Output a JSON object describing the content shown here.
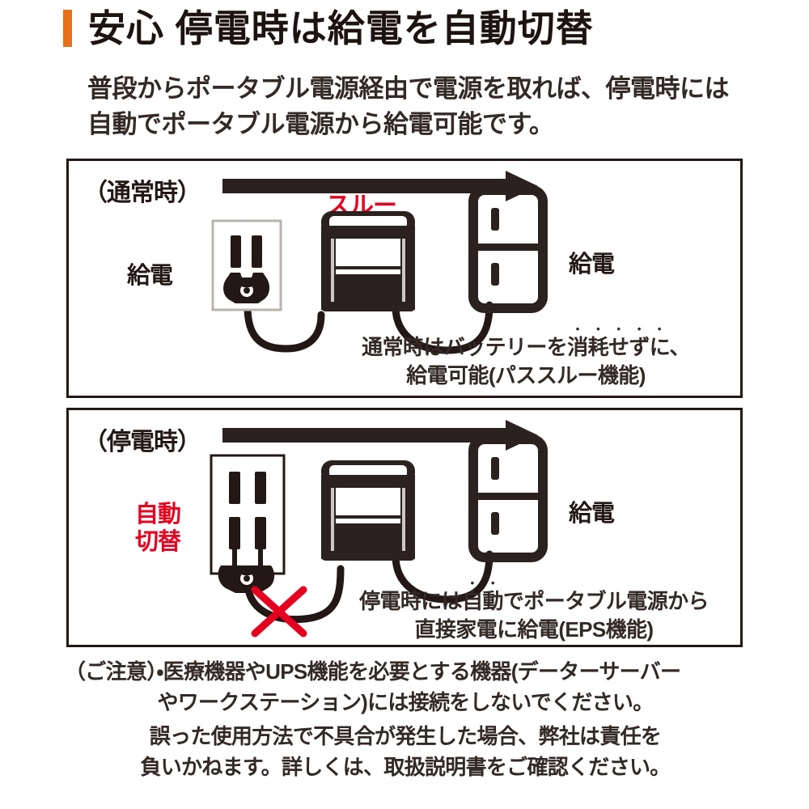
{
  "header": {
    "accent_color": "#e8701a",
    "title": "安心 停電時は給電を自動切替",
    "lead": "普段からポータブル電源経由で電源を取れば、停電時には自動でポータブル電源から給電可能です。"
  },
  "panels": [
    {
      "id": "normal",
      "label": "（通常時）",
      "arrow_label": "スルー",
      "arrow_label_color": "#e60020",
      "left_label": "給電",
      "left_label_color": "#231815",
      "right_label": "給電",
      "caption_line1_pre": "通常時はバッテリーを",
      "caption_line1_emph": "消耗せずに",
      "caption_line1_post": "、",
      "caption_line2": "給電可能(パススルー機能)",
      "icons": [
        "wall-outlet",
        "power-station",
        "refrigerator"
      ]
    },
    {
      "id": "outage",
      "label": "（停電時）",
      "arrow_label": "",
      "left_label_line1": "自動",
      "left_label_line2": "切替",
      "left_label_color": "#e60020",
      "right_label": "給電",
      "caption_line1_pre": "停電時には",
      "caption_line1_emph": "自動",
      "caption_line1_post": "でポータブル電源から",
      "caption_line2": "直接家電に給電(EPS機能)",
      "cut_mark": "×",
      "cut_mark_color": "#e60020",
      "icons": [
        "wall-outlet-unplugged",
        "power-station",
        "refrigerator"
      ]
    }
  ],
  "notes": {
    "note1_line1": "（ご注意）・医療機器やUPS機能を必要とする機器(データーサーバー",
    "note1_line2": "やワークステーション)には接続をしないでください。",
    "note2_line1": "誤った使用方法で不具合が発生した場合、弊社は責任を",
    "note2_line2": "負いかねます。詳しくは、取扱説明書をご確認ください。"
  },
  "colors": {
    "ink": "#231815",
    "device": "#2b211e",
    "red": "#e60020",
    "orange": "#e8701a"
  }
}
